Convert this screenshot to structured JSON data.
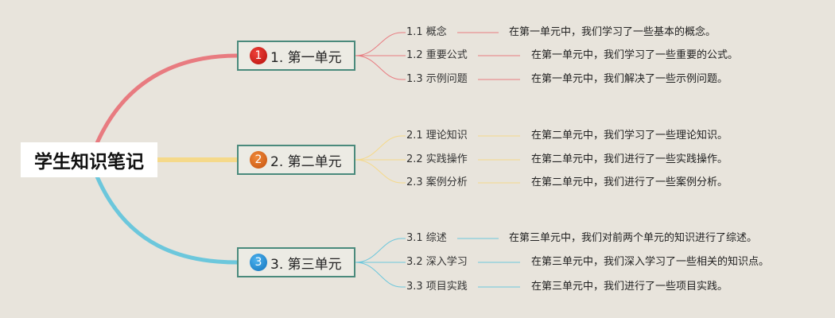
{
  "root": {
    "title": "学生知识笔记"
  },
  "colors": {
    "background": "#e8e4dc",
    "unit1": "#e87b80",
    "unit2": "#f5d98a",
    "unit3": "#6cc7dc",
    "box_border": "#4a8a7c"
  },
  "units": [
    {
      "badge": "1",
      "label": "1. 第一单元",
      "topics": [
        {
          "label": "1.1 概念",
          "note": "在第一单元中，我们学习了一些基本的概念。"
        },
        {
          "label": "1.2 重要公式",
          "note": "在第一单元中，我们学习了一些重要的公式。"
        },
        {
          "label": "1.3 示例问题",
          "note": "在第一单元中，我们解决了一些示例问题。"
        }
      ]
    },
    {
      "badge": "2",
      "label": "2. 第二单元",
      "topics": [
        {
          "label": "2.1 理论知识",
          "note": "在第二单元中，我们学习了一些理论知识。"
        },
        {
          "label": "2.2 实践操作",
          "note": "在第二单元中，我们进行了一些实践操作。"
        },
        {
          "label": "2.3 案例分析",
          "note": "在第二单元中，我们进行了一些案例分析。"
        }
      ]
    },
    {
      "badge": "3",
      "label": "3. 第三单元",
      "topics": [
        {
          "label": "3.1 综述",
          "note": "在第三单元中，我们对前两个单元的知识进行了综述。"
        },
        {
          "label": "3.2 深入学习",
          "note": "在第三单元中，我们深入学习了一些相关的知识点。"
        },
        {
          "label": "3.3 项目实践",
          "note": "在第三单元中，我们进行了一些项目实践。"
        }
      ]
    }
  ]
}
